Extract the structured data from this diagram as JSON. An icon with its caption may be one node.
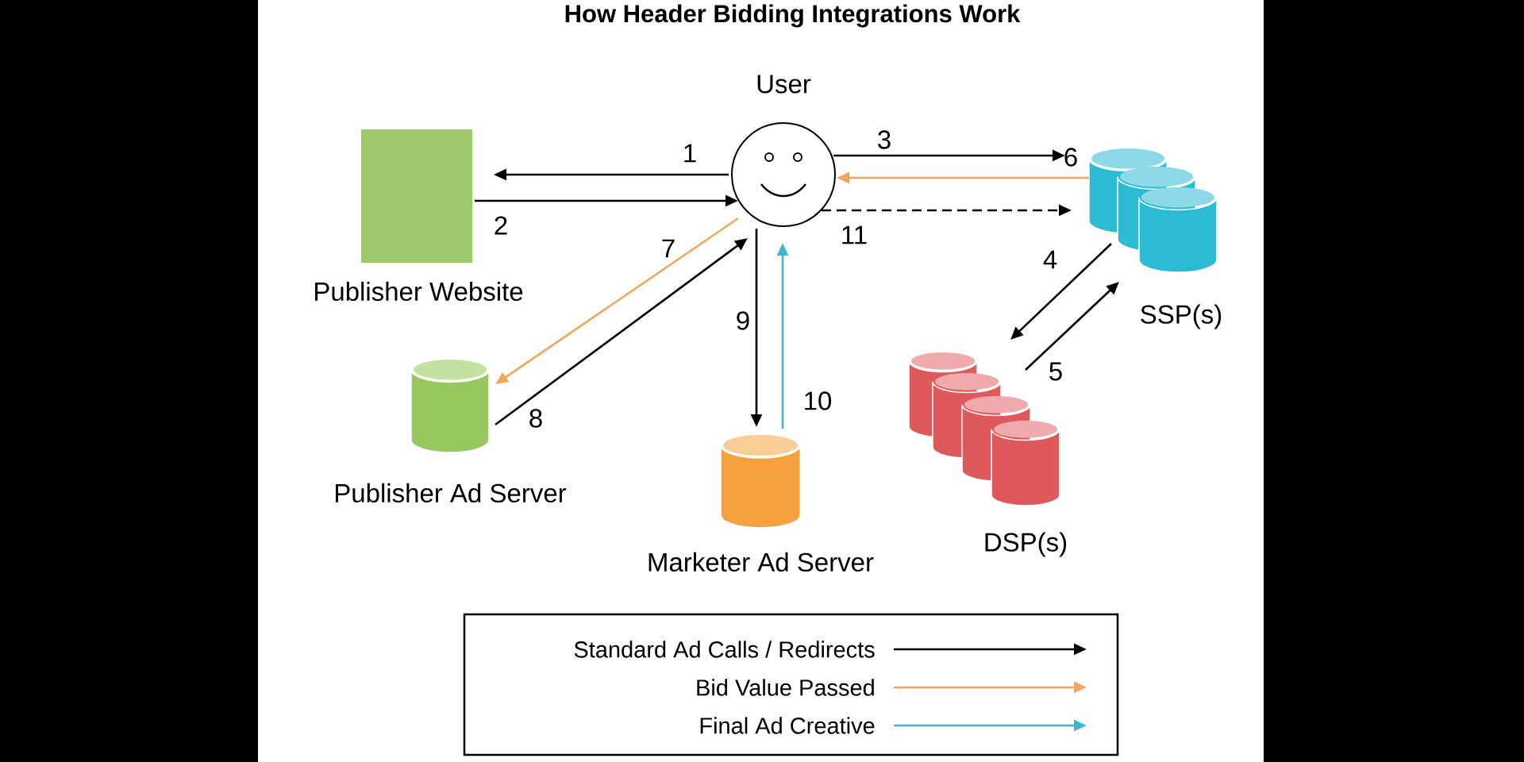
{
  "diagram": {
    "title": "How Header Bidding Integrations Work",
    "nodes": [
      {
        "text": [
          "Publisher Website"
        ]
      },
      {
        "text": [
          "User"
        ]
      },
      {
        "text": [
          "SSP(s)"
        ]
      },
      {
        "text": [
          "Publisher Ad Server"
        ]
      },
      {
        "text": [
          "DSP(s)"
        ]
      },
      {
        "text": [
          "Marketer Ad Server"
        ]
      }
    ],
    "edges": [
      {
        "from": 1,
        "to": 0,
        "arrow": "to",
        "label": "1"
      },
      {
        "from": 0,
        "to": 1,
        "arrow": "to",
        "label": "2"
      },
      {
        "from": 1,
        "to": 2,
        "arrow": "to",
        "label": "3"
      },
      {
        "from": 2,
        "to": 4,
        "arrow": "to",
        "label": "4"
      },
      {
        "from": 4,
        "to": 2,
        "arrow": "to",
        "label": "5"
      },
      {
        "from": 2,
        "to": 1,
        "arrow": "to",
        "label": "6",
        "color": "#f4a55c"
      },
      {
        "from": 1,
        "to": 3,
        "arrow": "to",
        "label": "7",
        "color": "#f4a55c"
      },
      {
        "from": 3,
        "to": 1,
        "arrow": "to",
        "label": "8"
      },
      {
        "from": 1,
        "to": 5,
        "arrow": "to",
        "label": "9"
      },
      {
        "from": 5,
        "to": 1,
        "arrow": "to",
        "label": "10",
        "color": "#3fb6cc"
      },
      {
        "from": 1,
        "to": 2,
        "arrow": "to",
        "label": "11",
        "style": "dashed"
      }
    ],
    "legend": [
      {
        "text": "Standard Ad Calls / Redirects"
      },
      {
        "text": "Bid Value Passed"
      },
      {
        "text": "Final Ad Creative"
      }
    ]
  }
}
